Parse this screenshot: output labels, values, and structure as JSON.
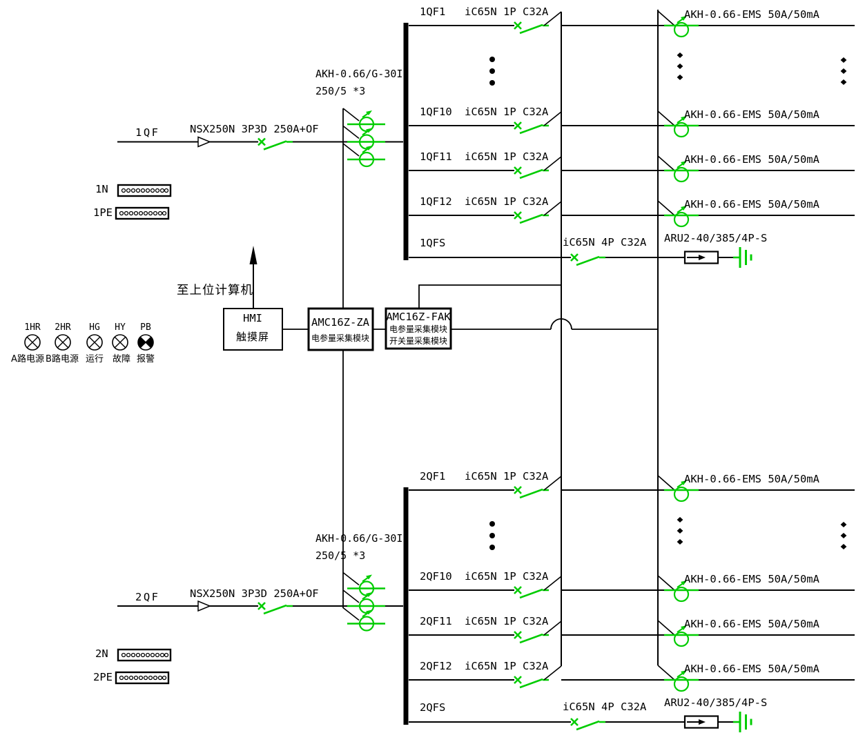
{
  "colors": {
    "line": "#000000",
    "device_green": "#00cc00"
  },
  "sections": [
    {
      "feeder": {
        "tag": "1QF",
        "breaker": "NSX250N 3P3D 250A+OF",
        "ct_model": "AKH-0.66/G-30I",
        "ct_ratio": "250/5 *3"
      },
      "terminals": {
        "n": "1N",
        "pe": "1PE"
      },
      "branches": [
        {
          "tag": "1QF1",
          "breaker": "iC65N 1P C32A",
          "ems": "AKH-0.66-EMS 50A/50mA"
        },
        {
          "tag": "1QF10",
          "breaker": "iC65N 1P C32A",
          "ems": "AKH-0.66-EMS 50A/50mA"
        },
        {
          "tag": "1QF11",
          "breaker": "iC65N 1P C32A",
          "ems": "AKH-0.66-EMS 50A/50mA"
        },
        {
          "tag": "1QF12",
          "breaker": "iC65N 1P C32A",
          "ems": "AKH-0.66-EMS 50A/50mA"
        }
      ],
      "spd_branch": {
        "tag": "1QFS",
        "breaker": "iC65N 4P C32A",
        "spd": "ARU2-40/385/4P-S"
      }
    },
    {
      "feeder": {
        "tag": "2QF",
        "breaker": "NSX250N 3P3D 250A+OF",
        "ct_model": "AKH-0.66/G-30I",
        "ct_ratio": "250/5 *3"
      },
      "terminals": {
        "n": "2N",
        "pe": "2PE"
      },
      "branches": [
        {
          "tag": "2QF1",
          "breaker": "iC65N 1P C32A",
          "ems": "AKH-0.66-EMS 50A/50mA"
        },
        {
          "tag": "2QF10",
          "breaker": "iC65N 1P C32A",
          "ems": "AKH-0.66-EMS 50A/50mA"
        },
        {
          "tag": "2QF11",
          "breaker": "iC65N 1P C32A",
          "ems": "AKH-0.66-EMS 50A/50mA"
        },
        {
          "tag": "2QF12",
          "breaker": "iC65N 1P C32A",
          "ems": "AKH-0.66-EMS 50A/50mA"
        }
      ],
      "spd_branch": {
        "tag": "2QFS",
        "breaker": "iC65N 4P C32A",
        "spd": "ARU2-40/385/4P-S"
      }
    }
  ],
  "control": {
    "to_host": "至上位计算机",
    "hmi": {
      "line1": "HMI",
      "line2": "触摸屏"
    },
    "za": {
      "line1": "AMC16Z-ZA",
      "line2": "电参量采集模块"
    },
    "fak": {
      "line1": "AMC16Z-FAK",
      "line2": "电参量采集模块",
      "line3": "开关量采集模块"
    }
  },
  "lamps": [
    {
      "tag": "1HR",
      "label": "A路电源"
    },
    {
      "tag": "2HR",
      "label": "B路电源"
    },
    {
      "tag": "HG",
      "label": "运行"
    },
    {
      "tag": "HY",
      "label": "故障"
    },
    {
      "tag": "PB",
      "label": "报警"
    }
  ]
}
